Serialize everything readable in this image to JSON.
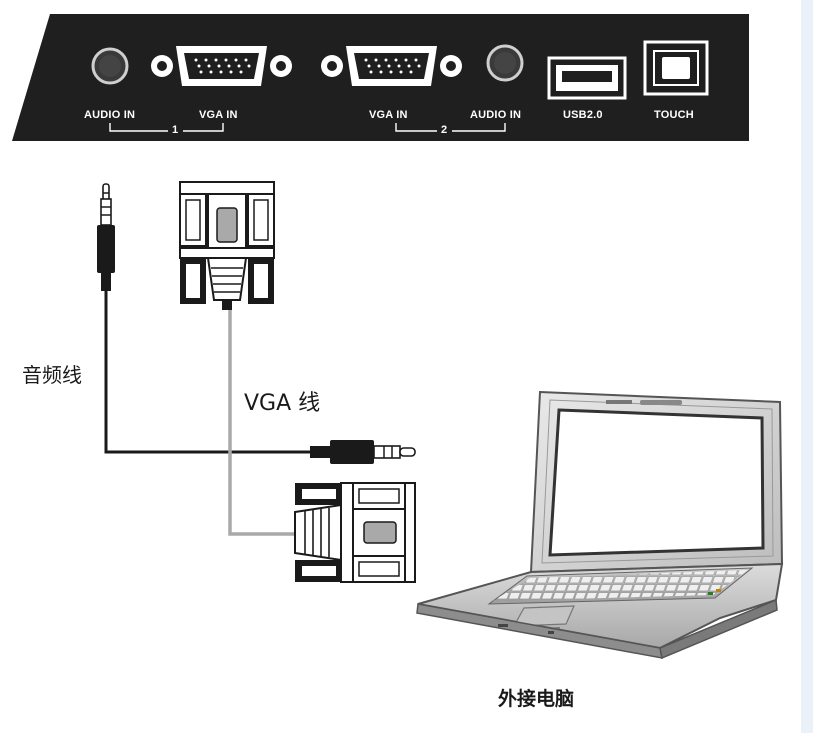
{
  "panel": {
    "labels": {
      "audio_in_1": "AUDIO IN",
      "vga_in_1": "VGA IN",
      "group_1": "1",
      "vga_in_2": "VGA IN",
      "audio_in_2": "AUDIO IN",
      "group_2": "2",
      "usb": "USB2.0",
      "touch": "TOUCH"
    }
  },
  "cables": {
    "audio_label": "音频线",
    "vga_label": "VGA 线"
  },
  "laptop": {
    "caption": "外接电脑"
  },
  "colors": {
    "panel": "#1f1f1f",
    "cable_audio": "#1a1a1a",
    "cable_vga": "#a9a9a9",
    "page_border": "#eaf1f8"
  }
}
